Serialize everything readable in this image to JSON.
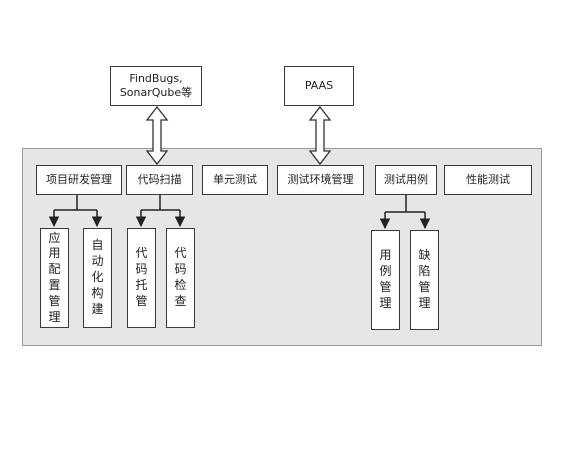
{
  "external": {
    "findbugs": "FindBugs,\nSonarQube等",
    "paas": "PAAS"
  },
  "modules": {
    "project_dev": "项目研发管理",
    "code_scan": "代码扫描",
    "unit_test": "单元测试",
    "test_env": "测试环境管理",
    "test_case": "测试用例",
    "perf_test": "性能测试"
  },
  "sub": {
    "app_config": "应用配置管理",
    "auto_build": "自动化构建",
    "code_host": "代码托管",
    "code_check": "代码检查",
    "use_case": "用例管理",
    "defect": "缺陷管理"
  }
}
